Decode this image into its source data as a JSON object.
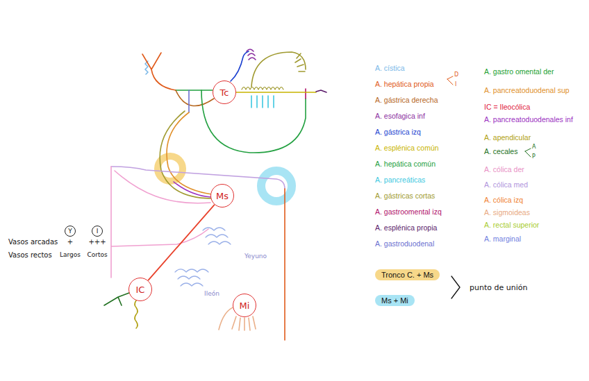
{
  "diagram": {
    "nodes": [
      {
        "text": [
          "Tc"
        ]
      },
      {
        "text": [
          "Ms"
        ]
      },
      {
        "text": [
          "Y"
        ]
      },
      {
        "text": [
          "I"
        ]
      },
      {
        "text": [
          "IC"
        ]
      },
      {
        "text": [
          "Mi"
        ]
      },
      {
        "text": [
          "Tronco C. + Ms"
        ]
      },
      {
        "text": [
          "Ms + Mi"
        ]
      }
    ],
    "edges": [
      {
        "from": 1,
        "to": 4,
        "arrow": "none"
      }
    ],
    "labels": [
      "Vasos arcadas",
      "Vasos rectos",
      "+",
      "+++",
      "Largos",
      "Cortos",
      "Yeyuno",
      "Ileón",
      "D",
      "I",
      "A",
      "P",
      "punto de unión"
    ],
    "legend": [
      {
        "text": "A. cística",
        "color": "#7ab8e8"
      },
      {
        "text": "A. hepática propia",
        "color": "#e05a1a"
      },
      {
        "text": "A. gástrica derecha",
        "color": "#b5651d"
      },
      {
        "text": "A. esofagica inf",
        "color": "#8b2fa0"
      },
      {
        "text": "A. gástrica izq",
        "color": "#1a3fd0"
      },
      {
        "text": "A. esplénica común",
        "color": "#c8b400"
      },
      {
        "text": "A. hepática común",
        "color": "#22a040"
      },
      {
        "text": "A. pancreáticas",
        "color": "#3ec8e0"
      },
      {
        "text": "A. gástricas cortas",
        "color": "#a09a30"
      },
      {
        "text": "A. gastroomental izq",
        "color": "#b0106a"
      },
      {
        "text": "A. esplénica propia",
        "color": "#5a1a6a"
      },
      {
        "text": "A. gastroduodenal",
        "color": "#6a70d0"
      },
      {
        "text": "A. gastro omental der",
        "color": "#20a030"
      },
      {
        "text": "A. pancreatoduodenal sup",
        "color": "#e0902a"
      },
      {
        "text": "IC = Ileocólica",
        "color": "#e02040"
      },
      {
        "text": "A. pancreatoduodenales inf",
        "color": "#9a30c0"
      },
      {
        "text": "A. apendicular",
        "color": "#b0a010"
      },
      {
        "text": "A. cecales",
        "color": "#207020"
      },
      {
        "text": "A. cólica der",
        "color": "#e890c4"
      },
      {
        "text": "A. cólica med",
        "color": "#b094dc"
      },
      {
        "text": "A. cólica izq",
        "color": "#f08030"
      },
      {
        "text": "A. sigmoideas",
        "color": "#e8a880"
      },
      {
        "text": "A. rectal superior",
        "color": "#a8cc30"
      },
      {
        "text": "A. marginal",
        "color": "#7080e0"
      }
    ]
  }
}
